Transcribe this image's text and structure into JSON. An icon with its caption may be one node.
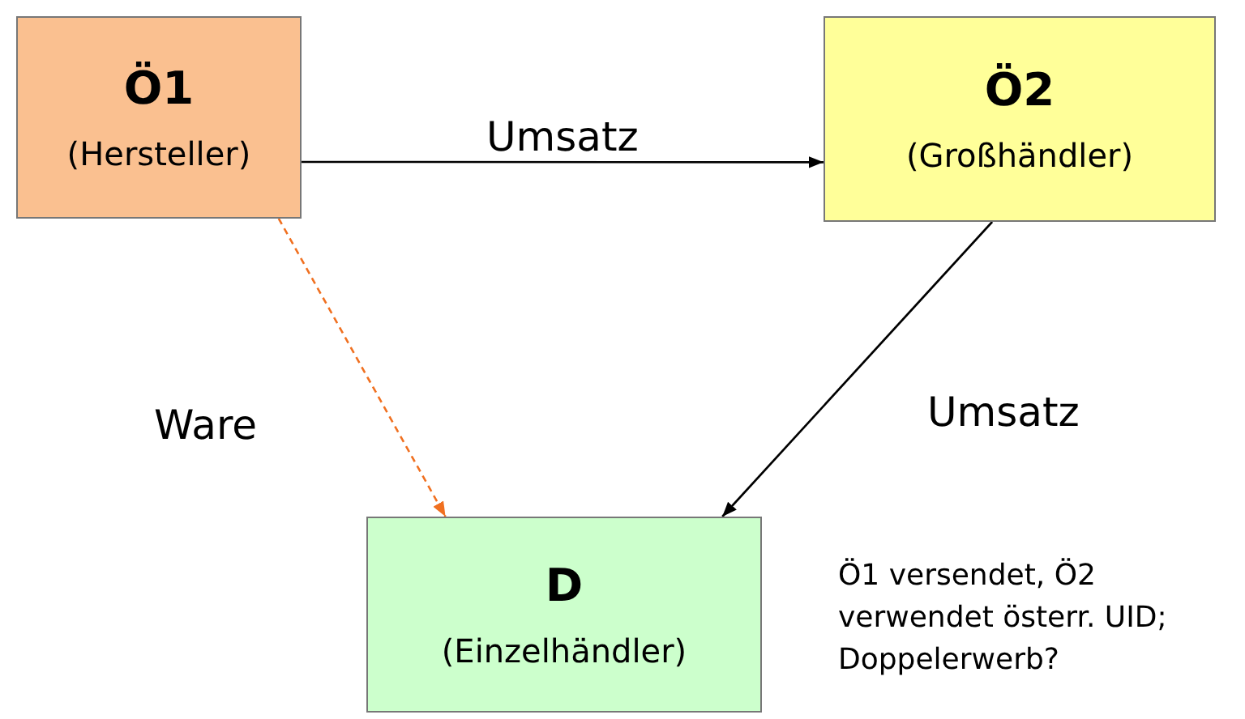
{
  "diagram": {
    "nodes": [
      {
        "text": [
          "Ö1",
          "(Hersteller)"
        ]
      },
      {
        "text": [
          "Ö2",
          "(Großhändler)"
        ]
      },
      {
        "text": [
          "D",
          "(Einzelhändler)"
        ]
      }
    ],
    "edges": [
      {
        "from": 0,
        "to": 1,
        "arrow": "to",
        "label": "Umsatz"
      },
      {
        "from": 0,
        "to": 2,
        "arrow": "to",
        "label": "Ware",
        "style": "dashed",
        "color": "#f07020"
      },
      {
        "from": 1,
        "to": 2,
        "arrow": "to",
        "label": "Umsatz"
      }
    ],
    "labels": [
      "Ö1 versendet, Ö2 verwendet österr. UID; Doppelerwerb?"
    ]
  }
}
